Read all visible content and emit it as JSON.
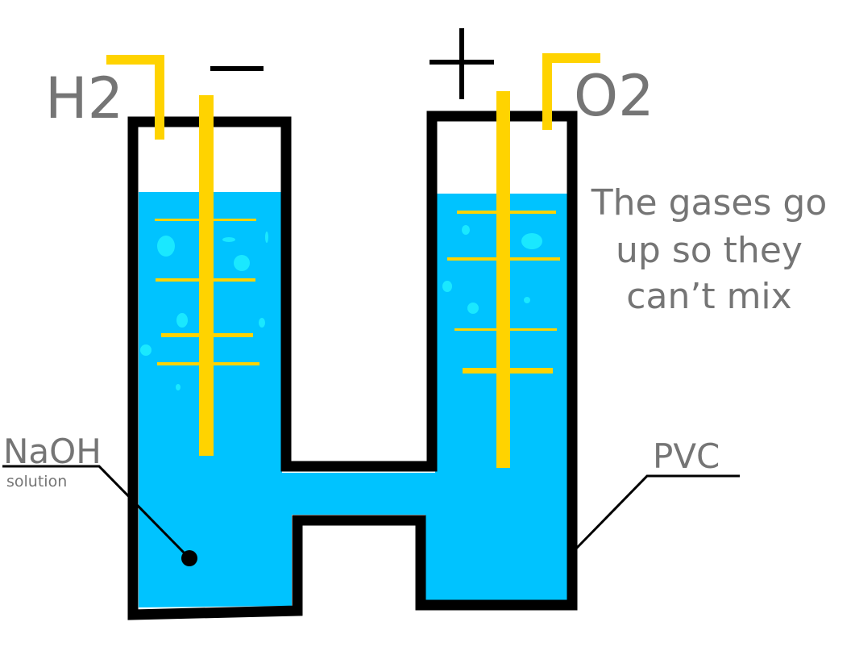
{
  "labels": {
    "cathode_gas": "H2",
    "anode_gas": "O2",
    "cathode_sign": "−",
    "anode_sign": "+",
    "note_lines": [
      "The gases go",
      "up so they",
      "can’t mix"
    ],
    "electrolyte": "NaOH",
    "electrolyte_sub": "solution",
    "container": "PVC"
  },
  "colors": {
    "water": "#00C3FF",
    "bubbles": "#1AE8FF",
    "electrode": "#FFD300",
    "outline": "#000000",
    "text": "#757575"
  }
}
